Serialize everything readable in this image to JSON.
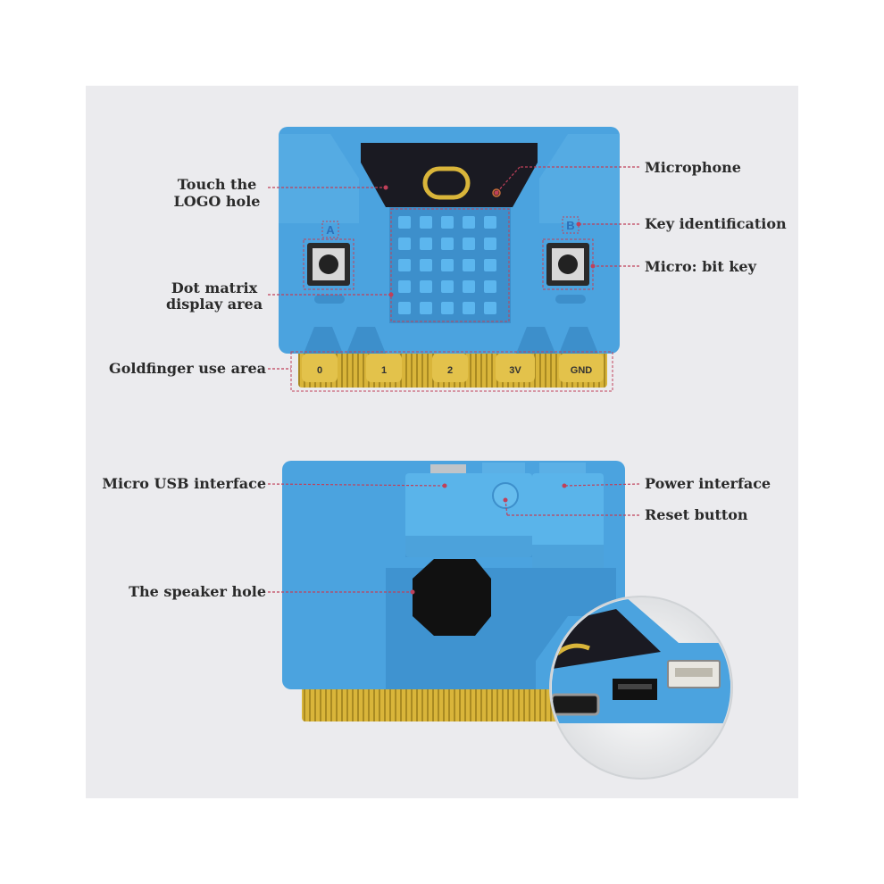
{
  "labels": {
    "logo_hole": "Touch the LOGO hole",
    "microphone": "Microphone",
    "key_identification": "Key identification",
    "microbit_key": "Micro: bit key",
    "dot_matrix": "Dot matrix display area",
    "goldfinger": "Goldfinger use area",
    "micro_usb": "Micro USB interface",
    "power_interface": "Power interface",
    "reset_button": "Reset button",
    "speaker_hole": "The speaker hole"
  },
  "keys": {
    "a": "A",
    "b": "B"
  },
  "pins": [
    "0",
    "1",
    "2",
    "3V",
    "GND"
  ],
  "colors": {
    "case_blue": "#4ba3df",
    "case_dark": "#3d8fcb",
    "gold": "#d9b53a",
    "leader_line": "#c0405a",
    "background": "#ebebee"
  }
}
